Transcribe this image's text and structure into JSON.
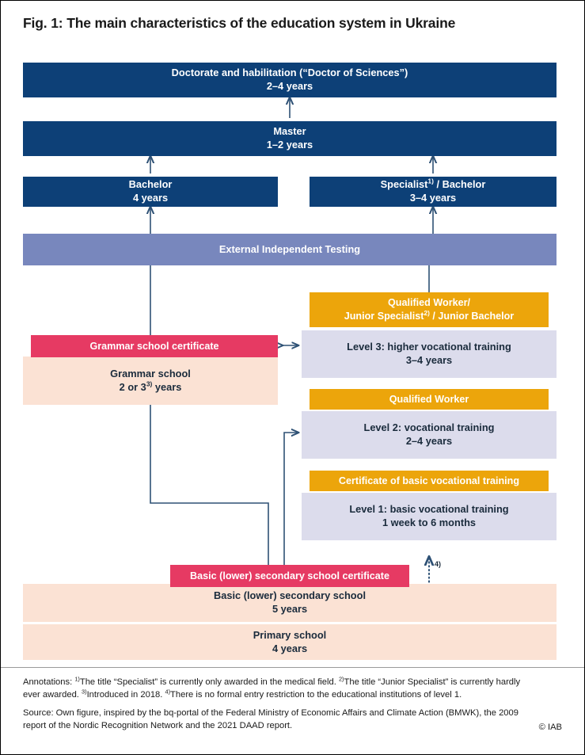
{
  "title": "Fig. 1: The main characteristics of the education system in Ukraine",
  "colors": {
    "navy": "#0d4077",
    "periwinkle": "#7887bd",
    "orange": "#eca50b",
    "pink": "#e63a63",
    "lavender": "#dcdcec",
    "peach": "#fbe2d4",
    "connector": "#2e5175",
    "border": "#000000"
  },
  "nodes": {
    "doctorate": {
      "line1": "Doctorate and habilitation (“Doctor of Sciences”)",
      "line2": "2–4 years"
    },
    "master": {
      "line1": "Master",
      "line2": "1–2 years"
    },
    "bachelor": {
      "line1": "Bachelor",
      "line2": "4 years"
    },
    "specialist": {
      "line1_pre": "Specialist",
      "line1_sup": "1)",
      "line1_post": " / Bachelor",
      "line2": "3–4 years"
    },
    "testing": {
      "line1": "External Independent Testing"
    },
    "qualified_worker_junior": {
      "line1": "Qualified Worker/",
      "line2_pre": "Junior Specialist",
      "line2_sup": "2)",
      "line2_post": " / Junior Bachelor"
    },
    "level3": {
      "line1": "Level 3: higher vocational training",
      "line2": "3–4 years"
    },
    "qualified_worker": {
      "line1": "Qualified Worker"
    },
    "level2": {
      "line1": "Level 2: vocational training",
      "line2": "2–4 years"
    },
    "certificate_basic_vocational": {
      "line1": "Certificate of basic vocational training"
    },
    "level1": {
      "line1": "Level 1: basic vocational training",
      "line2": "1 week to 6 months"
    },
    "grammar_certificate": {
      "line1": "Grammar school certificate"
    },
    "grammar_school": {
      "line1": "Grammar school",
      "line2_pre": "2 or 3",
      "line2_sup": "3)",
      "line2_post": " years"
    },
    "basic_secondary_certificate": {
      "line1": "Basic (lower) secondary school certificate"
    },
    "basic_secondary_school": {
      "line1": "Basic (lower) secondary school",
      "line2": "5 years"
    },
    "primary_school": {
      "line1": "Primary school",
      "line2": "4 years"
    }
  },
  "markers": {
    "footnote4_label": "4)"
  },
  "footer": {
    "annotations_line1_label": "Annotations: ",
    "annotations_line1": "1)The title “Specialist” is currently only awarded in the medical field. 2)The title “Junior Specialist” is currently hardly",
    "annotations_line2": "ever awarded. 3)Introduced in 2018. 4)There is no formal entry restriction to the educational institutions of level 1.",
    "source_line1": "Source: Own figure, inspired by the bq-portal of the Federal Ministry of Economic Affairs and Climate Action (BMWK), the 2009",
    "source_line2": "report of the Nordic Recognition Network and the 2021 DAAD report.",
    "copyright": "© IAB"
  }
}
